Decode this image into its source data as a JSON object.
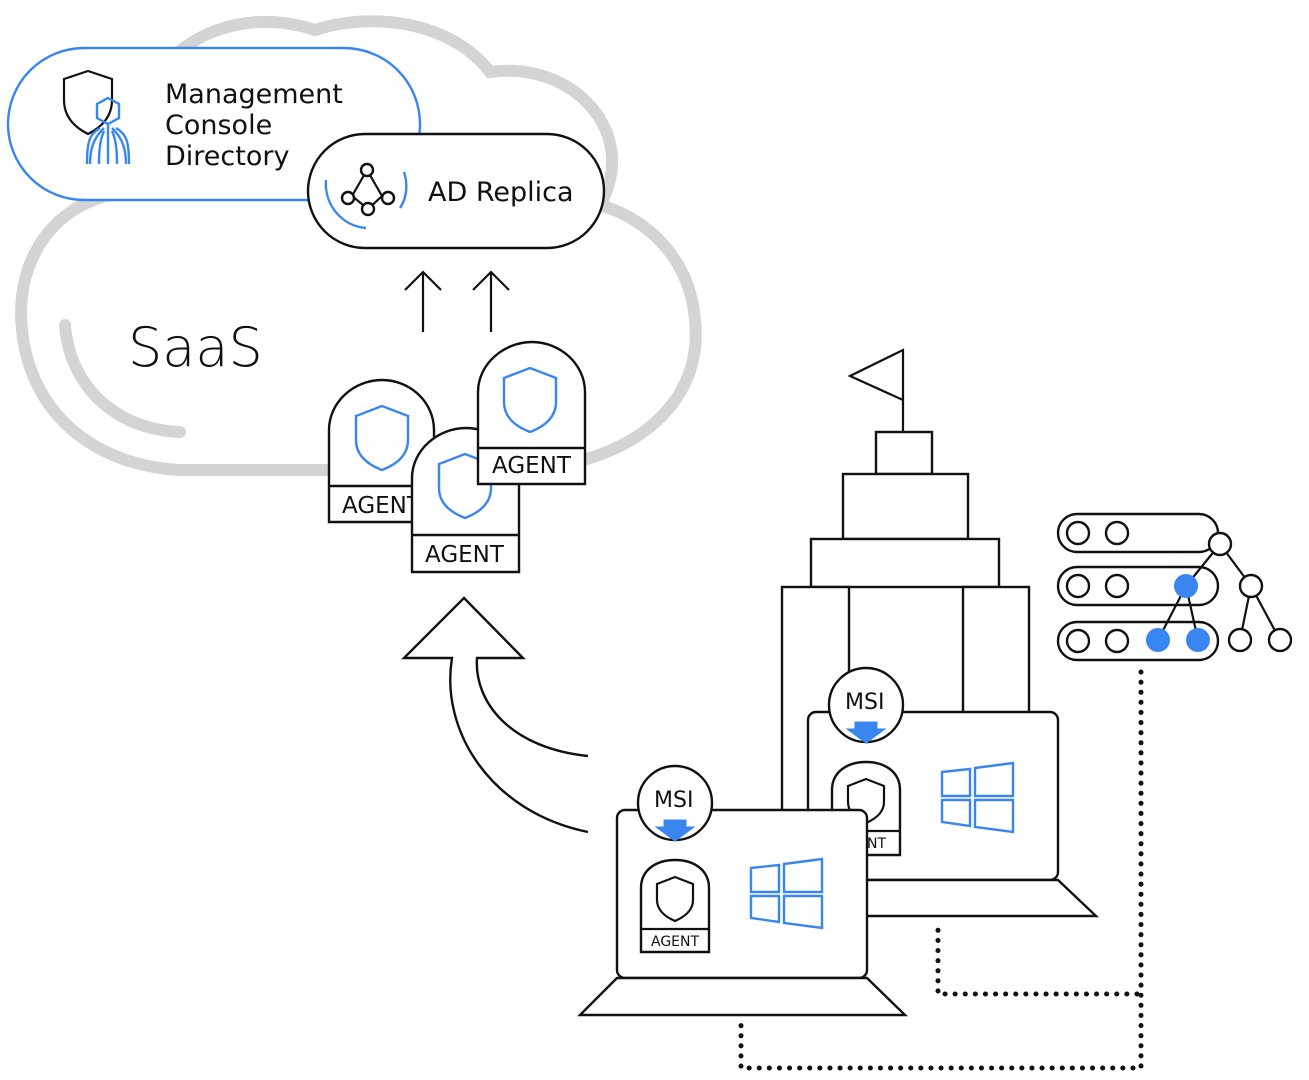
{
  "cloud": {
    "label": "SaaS"
  },
  "console": {
    "line1": "Management",
    "line2": "Console",
    "line3": "Directory"
  },
  "replica": {
    "label": "AD Replica"
  },
  "agents": {
    "label_1": "AGENT",
    "label_2": "AGENT",
    "label_3": "AGENT"
  },
  "laptop_front": {
    "msi_label": "MSI",
    "agent_label": "AGENT"
  },
  "laptop_back": {
    "msi_label": "MSI",
    "agent_label": "AGENT"
  },
  "colors": {
    "accent": "#3a86f0",
    "cloud": "#d4d4d4",
    "ink": "#111111"
  },
  "icons": [
    "shield-icon",
    "directory-icon",
    "network-graph-icon",
    "windows-logo-icon",
    "download-arrow-icon",
    "flag-icon",
    "server-rack-icon",
    "tree-icon",
    "upload-arrow-icon"
  ]
}
